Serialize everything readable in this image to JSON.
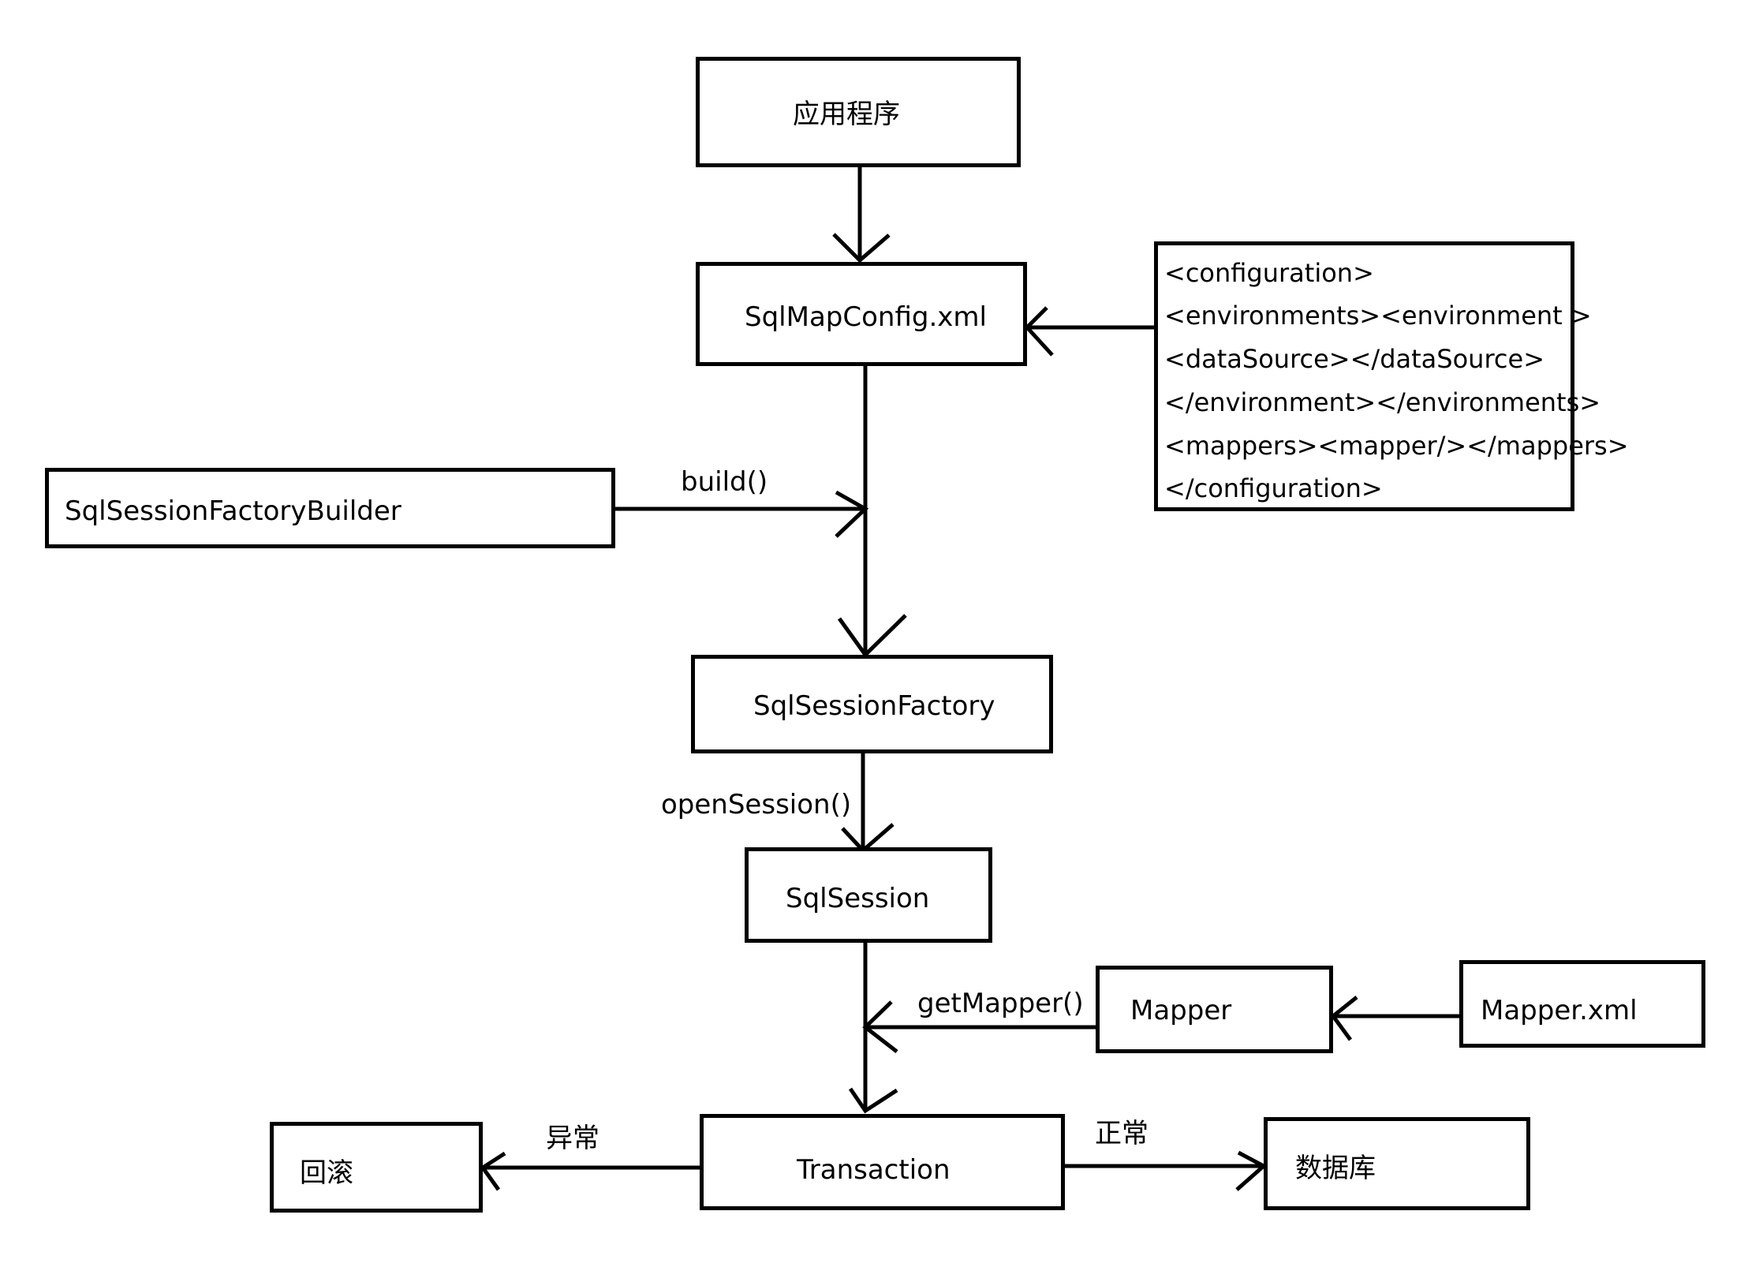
{
  "nodes": {
    "app": "应用程序",
    "config": "SqlMapConfig.xml",
    "builder": "SqlSessionFactoryBuilder",
    "factory": "SqlSessionFactory",
    "session": "SqlSession",
    "mapper": "Mapper",
    "mapper_xml": "Mapper.xml",
    "transaction": "Transaction",
    "rollback": "回滚",
    "database": "数据库"
  },
  "config_lines": [
    "<configuration>",
    "<environments><environment >",
    "<dataSource></dataSource>",
    "</environment></environments>",
    "<mappers><mapper/></mappers>",
    "</configuration>"
  ],
  "edges": {
    "build": "build()",
    "open_session": "openSession()",
    "get_mapper": "getMapper()",
    "exception": "异常",
    "normal": "正常"
  }
}
